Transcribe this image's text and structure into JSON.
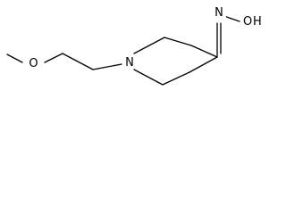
{
  "molecule": {
    "atoms": {
      "ring_nitrogen": "N",
      "ether_oxygen": "O",
      "oxime_oxygen": "O",
      "oxime_nitrogen": "N",
      "hydroxyl_hydrogen": "H"
    },
    "colors": {
      "bond": "#000000",
      "label": "#000000",
      "background": "#ffffff"
    }
  }
}
